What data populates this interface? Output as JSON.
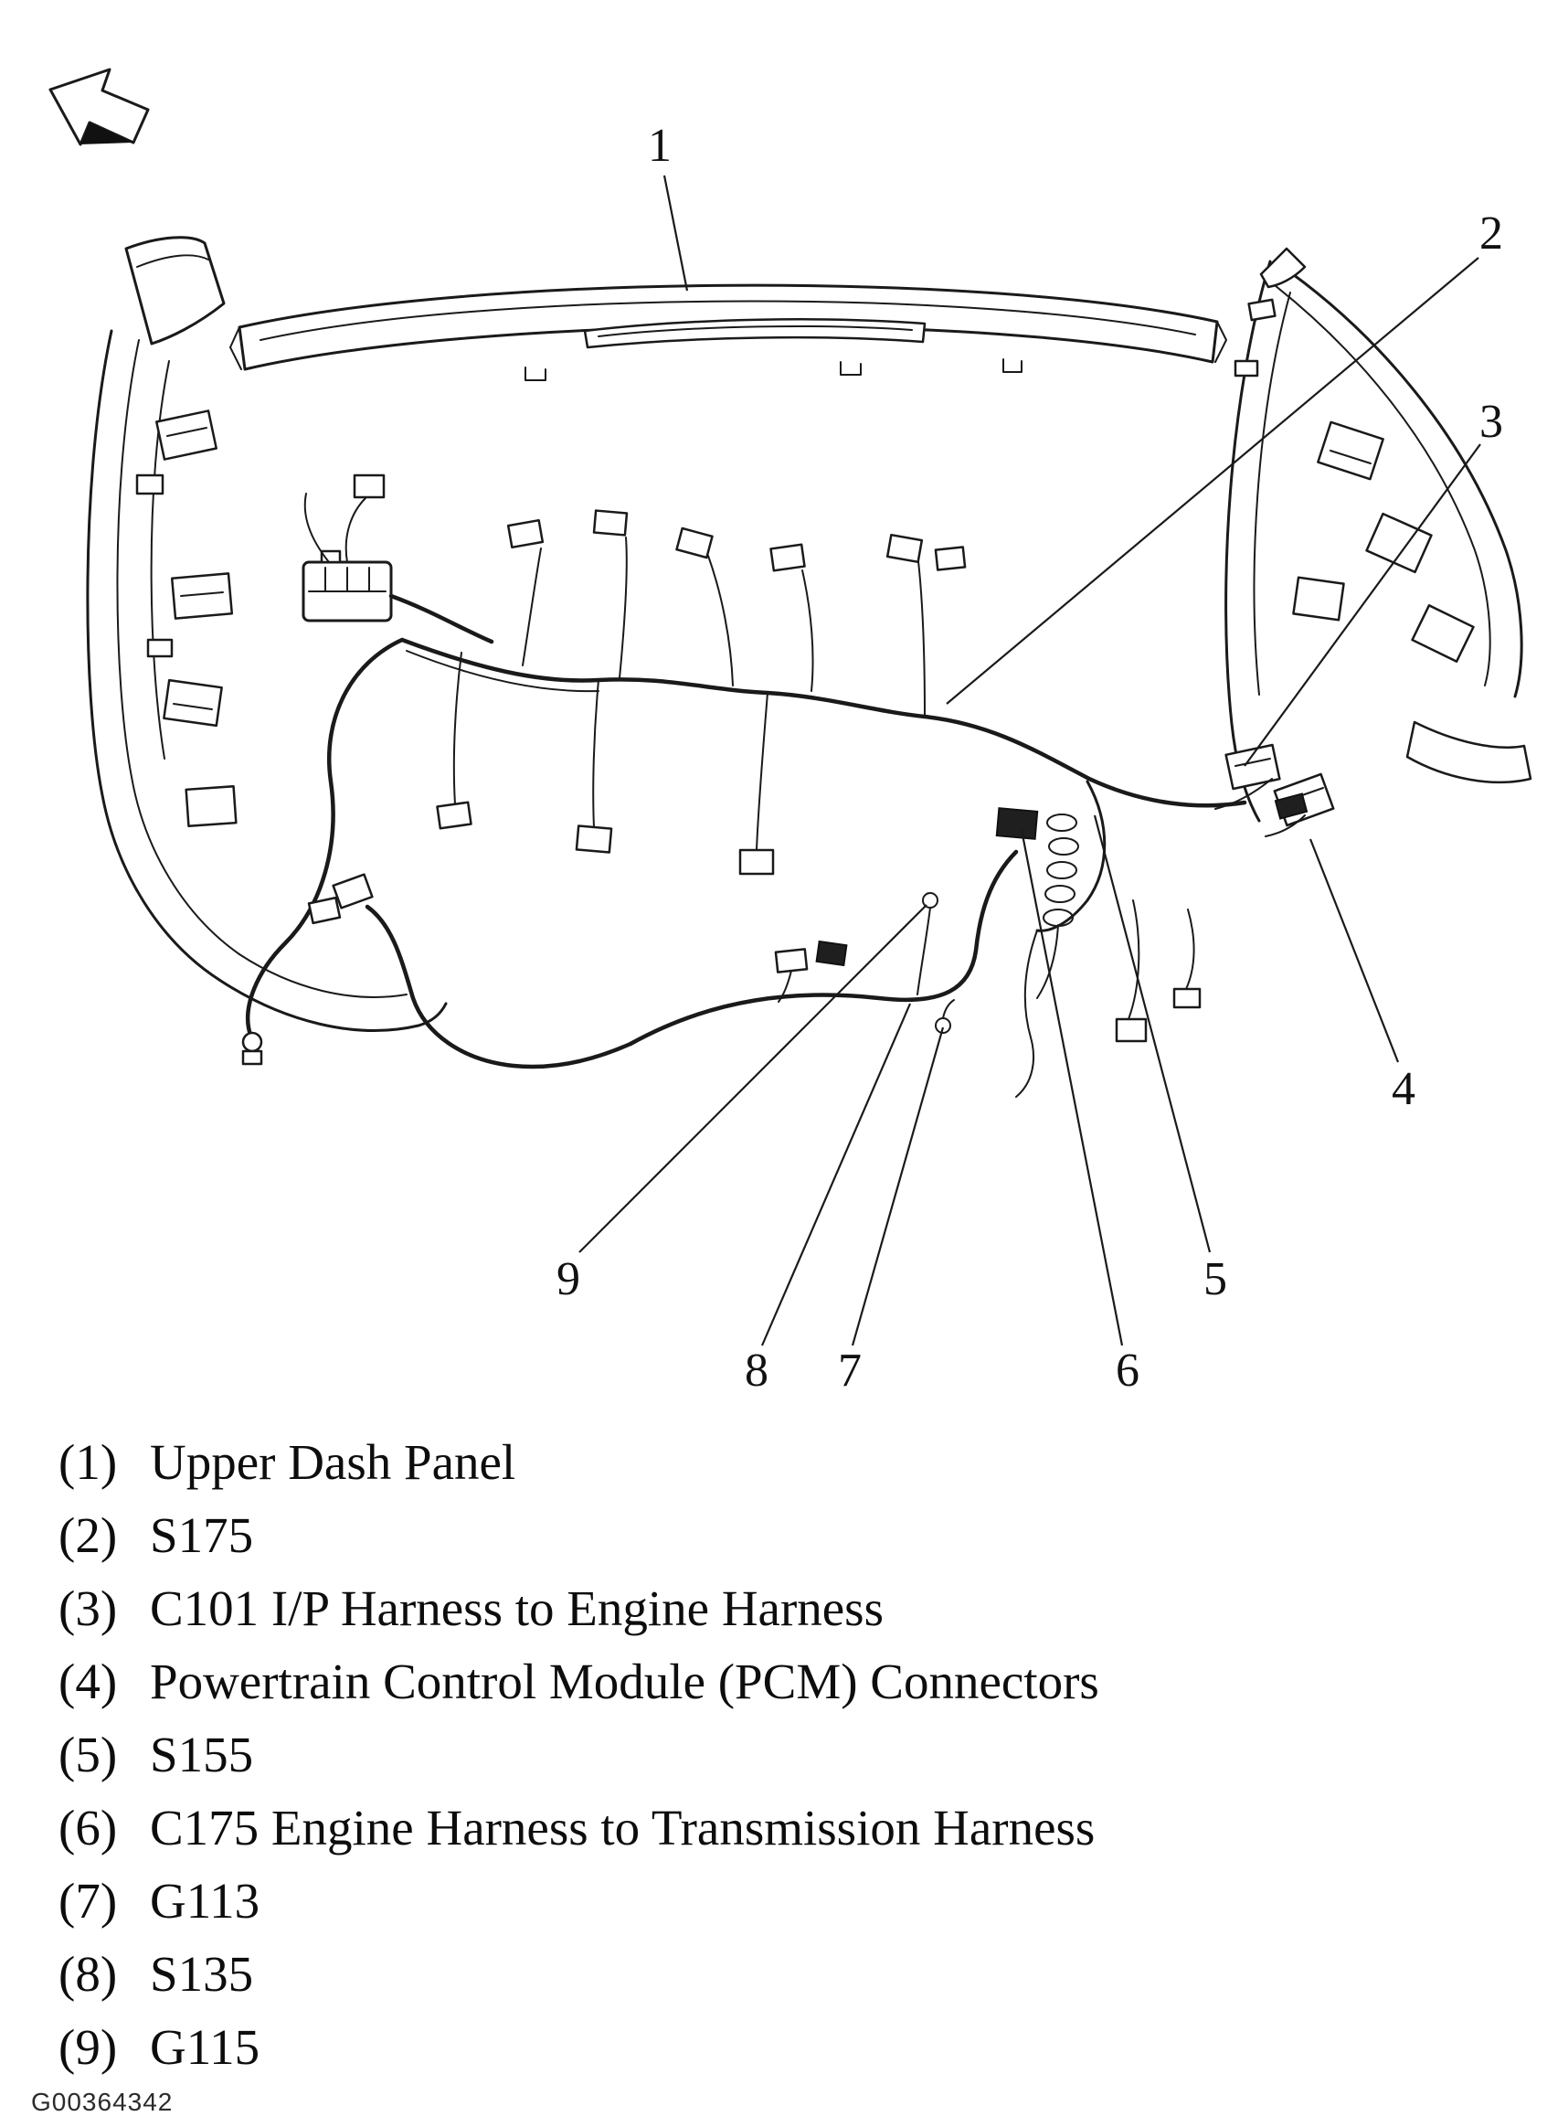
{
  "figure_id": "G00364342",
  "colors": {
    "ink": "#1a1a1a",
    "background": "#ffffff"
  },
  "callouts": [
    {
      "label": "1"
    },
    {
      "label": "2"
    },
    {
      "label": "3"
    },
    {
      "label": "4"
    },
    {
      "label": "5"
    },
    {
      "label": "6"
    },
    {
      "label": "7"
    },
    {
      "label": "8"
    },
    {
      "label": "9"
    }
  ],
  "legend": {
    "items": [
      {
        "num": "(1)",
        "label": "Upper Dash Panel"
      },
      {
        "num": "(2)",
        "label": "S175"
      },
      {
        "num": "(3)",
        "label": "C101 I/P Harness to Engine Harness"
      },
      {
        "num": "(4)",
        "label": "Powertrain Control Module (PCM) Connectors"
      },
      {
        "num": "(5)",
        "label": "S155"
      },
      {
        "num": "(6)",
        "label": "C175 Engine Harness to Transmission Harness"
      },
      {
        "num": "(7)",
        "label": "G113"
      },
      {
        "num": "(8)",
        "label": "S135"
      },
      {
        "num": "(9)",
        "label": "G115"
      }
    ]
  }
}
